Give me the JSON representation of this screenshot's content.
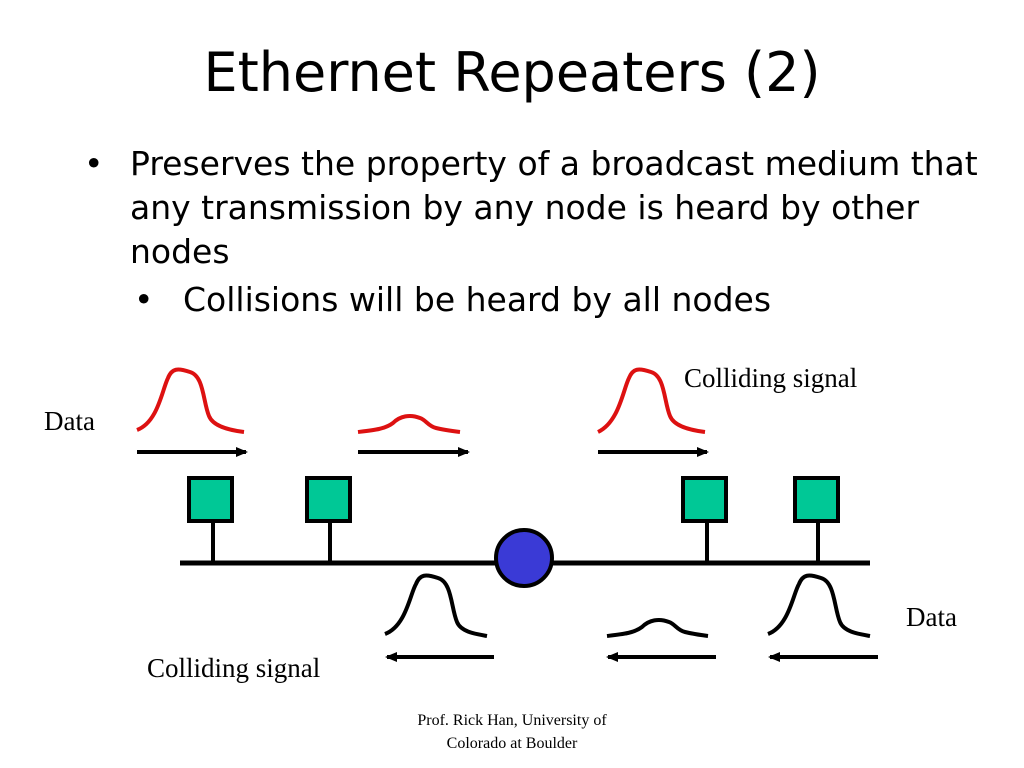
{
  "slide": {
    "title": "Ethernet Repeaters (2)",
    "bullets": [
      {
        "marker": "•",
        "text": "Preserves the property of a broadcast medium that any transmission by any node is heard by other nodes"
      }
    ],
    "sub_bullets": [
      {
        "marker": "•",
        "text": "Collisions will be heard by all nodes"
      }
    ]
  },
  "diagram": {
    "labels": {
      "data_top": "Data",
      "colliding_top": "Colliding signal",
      "data_bottom": "Data",
      "colliding_bottom": "Colliding signal"
    },
    "colors": {
      "signal_top": "#dd1111",
      "signal_bottom": "#000000",
      "node_fill": "#00c896",
      "repeater_fill": "#3a3ad6",
      "line": "#000000"
    },
    "icons": [
      "host-node-icon",
      "repeater-icon",
      "signal-pulse-icon",
      "arrow-right-icon",
      "arrow-left-icon"
    ]
  },
  "footer": {
    "line1": "Prof. Rick Han, University of",
    "line2": "Colorado at Boulder"
  }
}
